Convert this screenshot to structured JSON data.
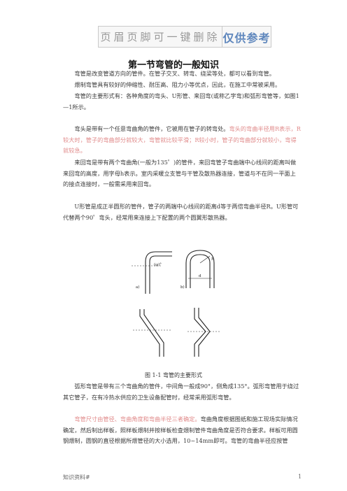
{
  "header": {
    "banner_left": "页眉页脚可一键删除",
    "banner_right": "仅供参考"
  },
  "title": "第一节弯管的一般知识",
  "paragraphs": {
    "p1": "弯管是改变管道方向的管件。在管子交叉、转弯、绕梁等处，都可以看到弯管。",
    "p2": "煨制弯管具有较好的伸缩性、耐压高、阻力小等优点，因此，在施工中常被采用。",
    "p3": "弯管的主要形式有：各种角度的弯头、U形管、来回弯(或称乙字弯)和弧形弯管等，如图1—1所示。",
    "p4a": "弯头是带有一个任意弯曲角的管件，它被用在管子的转弯处。",
    "p4b": "弯头的弯曲半径用R表示，R较大时，管子的弯曲部分就较大，弯管就比较平滑；R较小时，管子的弯曲部分就较小，弯得就较急。",
    "p5": "来回弯是带有两个弯曲角(一般为135゜)的管件，来回弯管子弯曲端中心线间的距离叫做来回弯的高度，用字母h表示。室内采暖立支管与干管及散热器连接，管道与不在同一平面上的接点连接时，一般需采用来回弯。",
    "p6": "U形管是成正半圆形的管件，管子的两端中心线间的距离d等于两倍弯曲半径R。U形管可代替两个90゜弯头，经常用来连接上下配置的两个圆翼形散热器。",
    "p7": "弧形弯管是带有三个弯曲角的管件，中间角一般成90°，侧角成135°。弧形弯管用于绕过其它管子，在有冷热水供应的卫生设备配管时，经常采用弧形弯管。",
    "p8a": "弯管尺寸由管径、弯曲角度和弯曲半径三者确定。",
    "p8b": "弯曲角度根据图纸和施工现场实际情况确定，然后制出样板，照样板煨制并按样板检查煨制管件弯曲角度是否符合要求。样板可用圆钢煨制，圆钢的直径根据所煨管径的大小选用，10~14mm即可。弯管的弯曲半径应按管"
  },
  "figure": {
    "caption": "图 1-1 弯管的主要形式",
    "labels": {
      "a": "a)",
      "b": "b)",
      "angle": "(φ)°",
      "R": "R",
      "d": "d"
    }
  },
  "footer": {
    "left": "知识资料#",
    "page": "1"
  }
}
